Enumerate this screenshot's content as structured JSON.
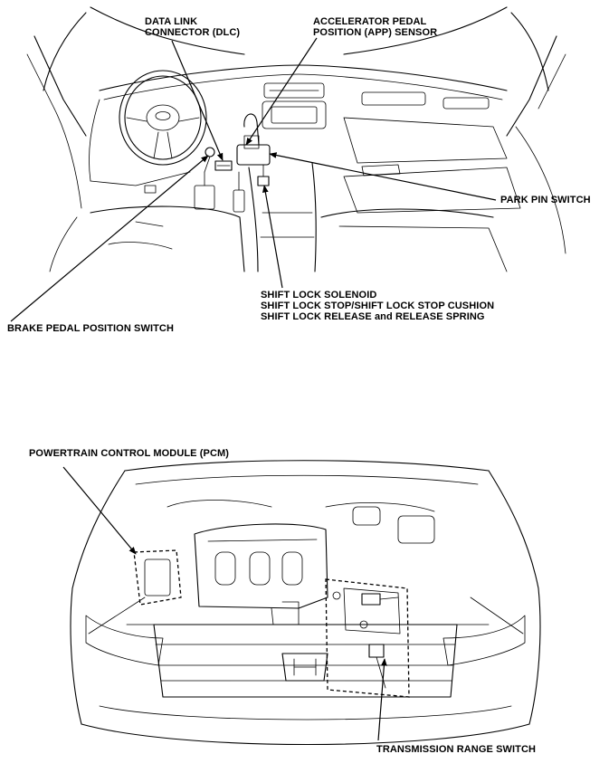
{
  "interior_callouts": {
    "dlc": [
      "DATA LINK",
      "CONNECTOR (DLC)"
    ],
    "app": [
      "ACCELERATOR PEDAL",
      "POSITION (APP) SENSOR"
    ],
    "park_pin": "PARK PIN SWITCH",
    "shift_lock": [
      "SHIFT LOCK SOLENOID",
      "SHIFT LOCK STOP/SHIFT LOCK STOP CUSHION",
      "SHIFT LOCK RELEASE and RELEASE SPRING"
    ],
    "brake": "BRAKE PEDAL POSITION SWITCH"
  },
  "engine_callouts": {
    "pcm": "POWERTRAIN CONTROL MODULE (PCM)",
    "trs": "TRANSMISSION RANGE SWITCH"
  }
}
